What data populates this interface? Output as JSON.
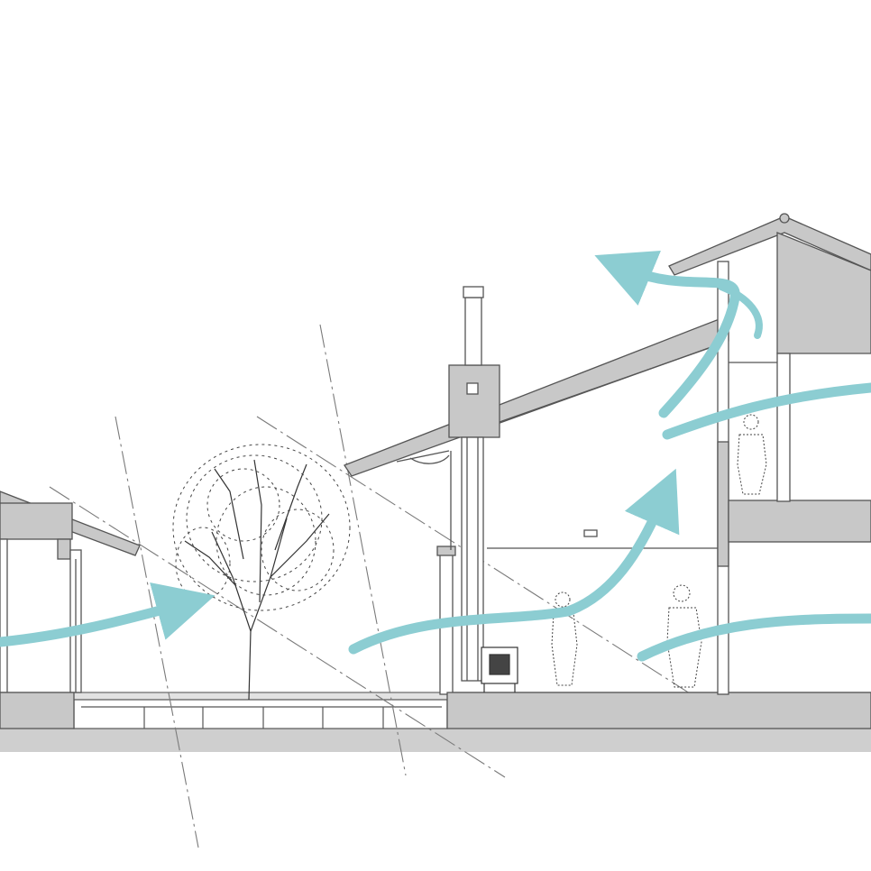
{
  "diagram": {
    "kind": "building-section-ventilation",
    "colors": {
      "background": "#ffffff",
      "structure_fill": "#c8c8c8",
      "structure_stroke": "#555555",
      "airflow": "#8ccdd2",
      "guide_lines": "#7a7a7a",
      "ground_band": "#d6d6d6"
    },
    "icons": [
      "tree",
      "person",
      "stove",
      "chimney",
      "airflow-arrow"
    ]
  }
}
